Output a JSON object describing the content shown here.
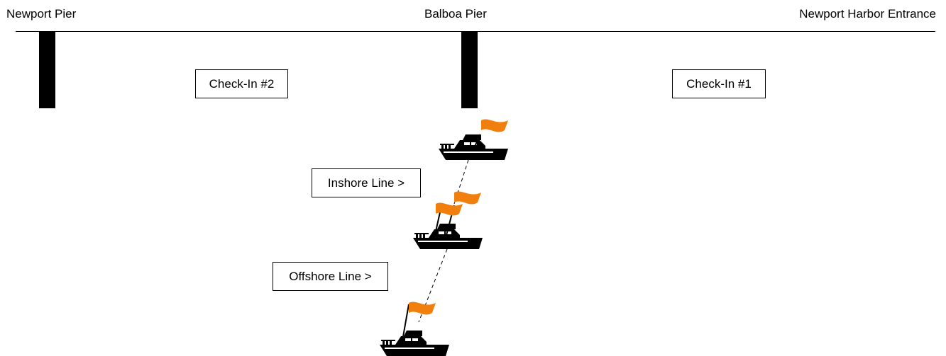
{
  "locations": {
    "newport_pier": "Newport Pier",
    "balboa_pier": "Balboa Pier",
    "harbor_entrance": "Newport Harbor Entrance"
  },
  "checkins": {
    "check_in_2": "Check-In #2",
    "check_in_1": "Check-In #1"
  },
  "lines": {
    "inshore": "Inshore Line >",
    "offshore": "Offshore Line >"
  },
  "colors": {
    "flag": "#f07f0e",
    "ink": "#000000",
    "background": "#ffffff"
  },
  "icons": [
    "boat-icon",
    "flag-icon"
  ]
}
